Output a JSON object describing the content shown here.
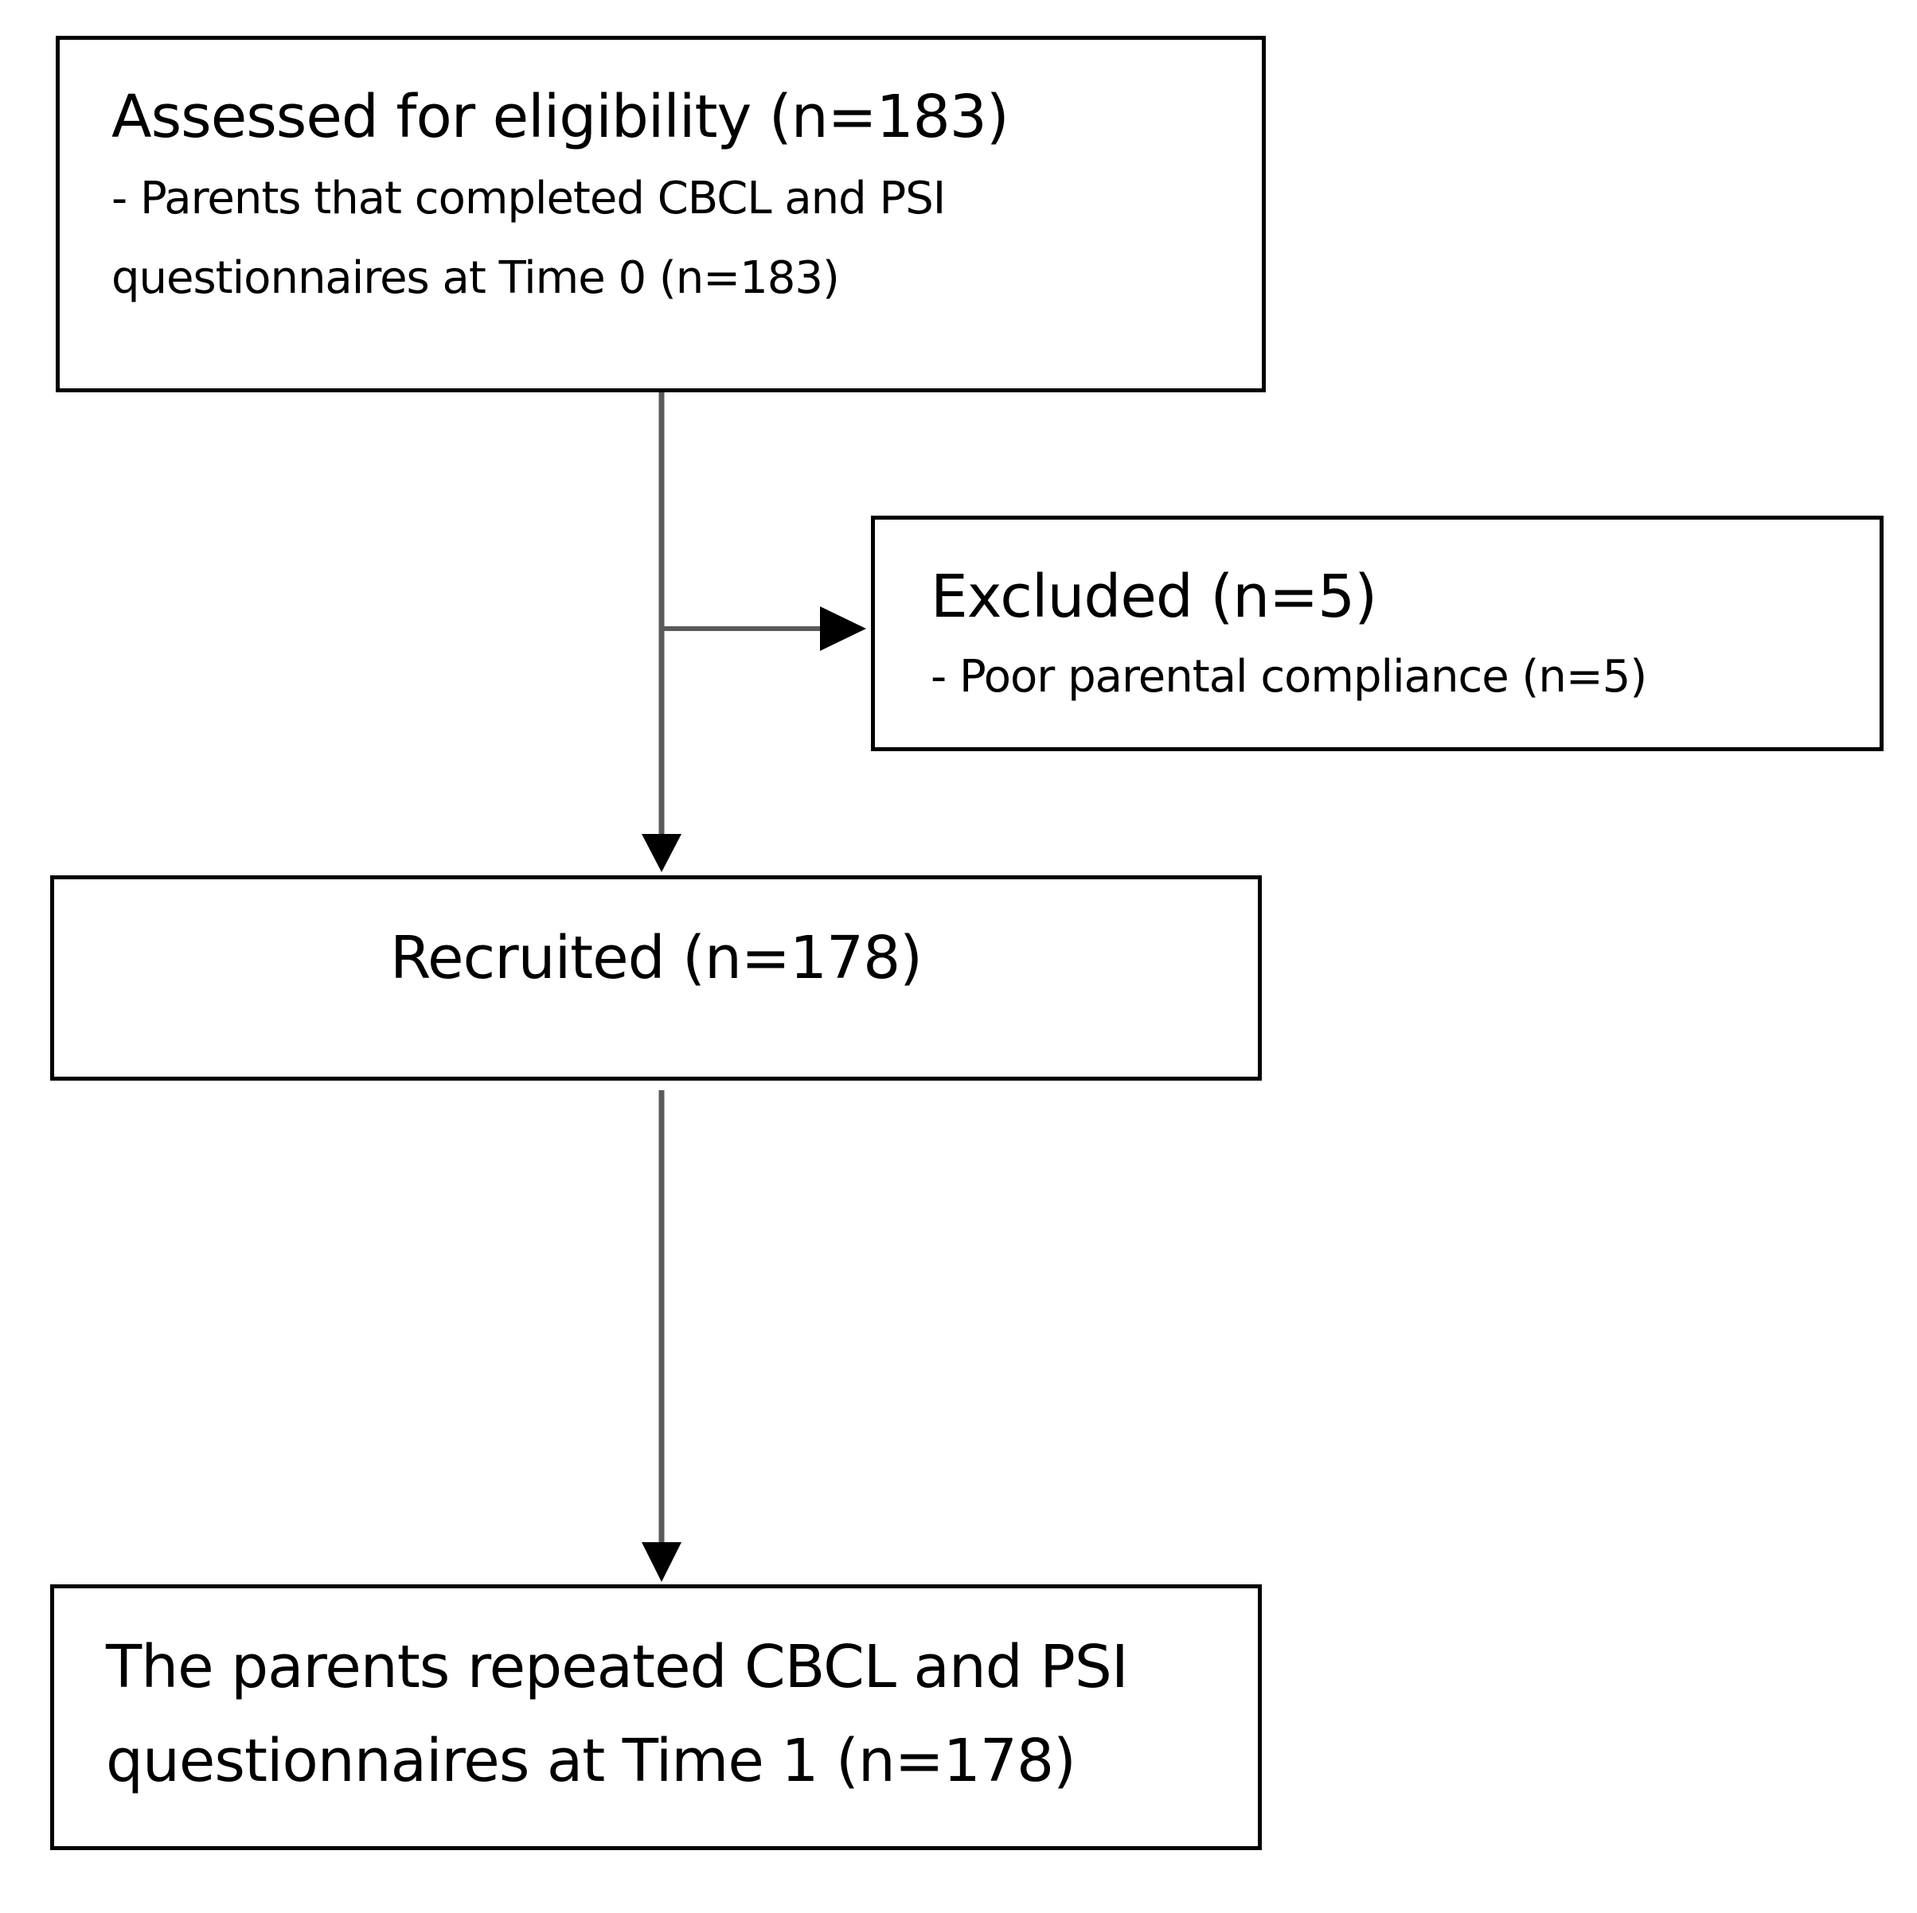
{
  "boxes": {
    "assessed": {
      "title": "Assessed for eligibility (n=183)",
      "lines": [
        "- Parents that completed CBCL and PSI",
        "questionnaires at Time 0 (n=183)"
      ]
    },
    "excluded": {
      "title": "Excluded (n=5)",
      "lines": [
        "- Poor parental compliance (n=5)"
      ]
    },
    "recruited": {
      "title": "Recruited (n=178)"
    },
    "repeated": {
      "lines": [
        "The parents repeated CBCL and PSI",
        "questionnaires at Time 1  (n=178)"
      ]
    }
  },
  "colors": {
    "box_border": "#000000",
    "connector": "#5a5a5a",
    "arrowhead": "#000000",
    "background": "#ffffff"
  }
}
